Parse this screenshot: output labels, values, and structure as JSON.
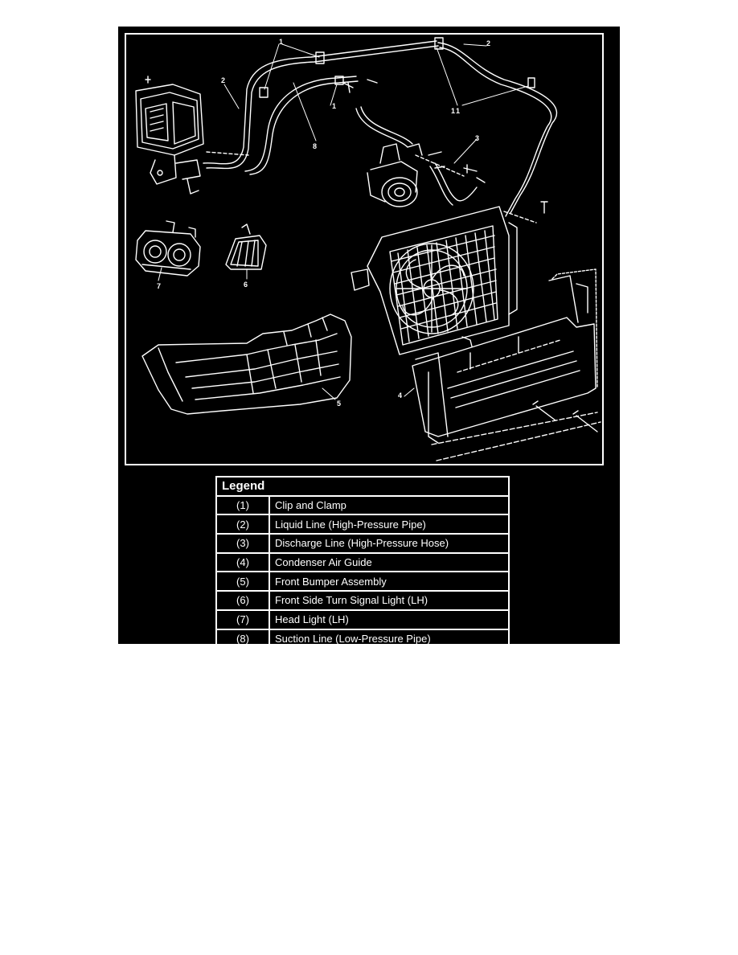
{
  "diagram": {
    "callouts": [
      "1",
      "1",
      "2",
      "1",
      "8",
      "2",
      "1",
      "3",
      "7",
      "6",
      "5",
      "4"
    ]
  },
  "legend": {
    "title": "Legend",
    "rows": [
      {
        "num": "(1)",
        "label": "Clip and Clamp"
      },
      {
        "num": "(2)",
        "label": "Liquid Line (High-Pressure Pipe)"
      },
      {
        "num": "(3)",
        "label": "Discharge Line (High-Pressure Hose)"
      },
      {
        "num": "(4)",
        "label": "Condenser Air Guide"
      },
      {
        "num": "(5)",
        "label": "Front Bumper Assembly"
      },
      {
        "num": "(6)",
        "label": "Front Side Turn Signal Light (LH)"
      },
      {
        "num": "(7)",
        "label": "Head Light (LH)"
      },
      {
        "num": "(8)",
        "label": "Suction Line (Low-Pressure Pipe)"
      }
    ]
  },
  "colors": {
    "background": "#000000",
    "lines": "#ffffff",
    "page": "#ffffff"
  }
}
